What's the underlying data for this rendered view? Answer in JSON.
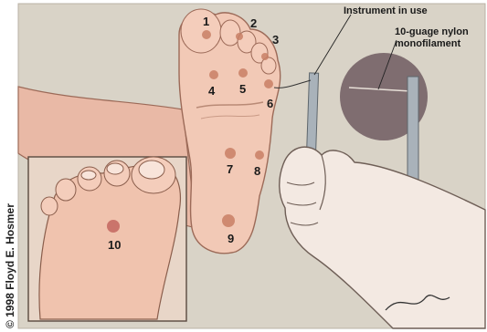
{
  "credit": "© 1998 Floyd E. Hosmer",
  "callouts": {
    "instrument": "Instrument in use",
    "monofilament_line1": "10-guage nylon",
    "monofilament_line2": "monofilament"
  },
  "test_sites": [
    {
      "label": "1"
    },
    {
      "label": "2"
    },
    {
      "label": "3"
    },
    {
      "label": "4"
    },
    {
      "label": "5"
    },
    {
      "label": "6"
    },
    {
      "label": "7"
    },
    {
      "label": "8"
    },
    {
      "label": "9"
    },
    {
      "label": "10"
    }
  ],
  "colors": {
    "background": "#d8d2c6",
    "skin": "#f0c6b2",
    "site_marker": "#c98a6a",
    "circle_detail": "#6e5a60",
    "instrument": "#9aa4ac"
  }
}
